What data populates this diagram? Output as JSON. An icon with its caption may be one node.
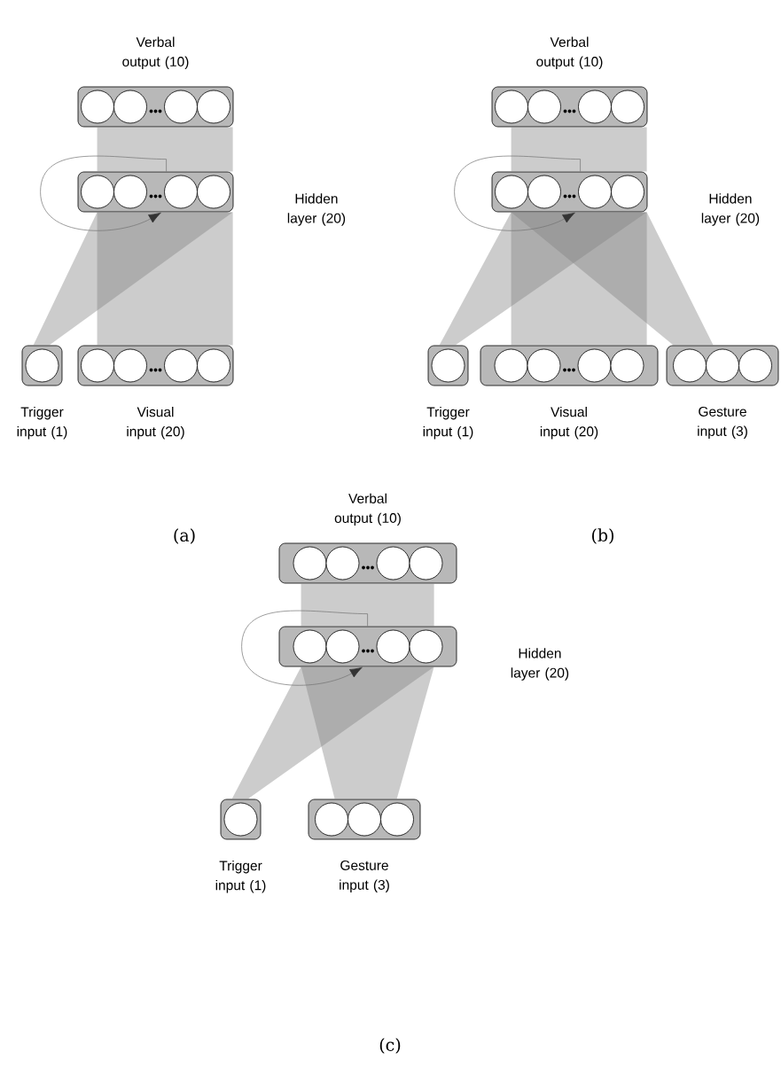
{
  "diagram": {
    "nodes": [
      {
        "text": [
          "Verbal output (10)"
        ]
      },
      {
        "text": [
          "Hidden layer (20)"
        ]
      },
      {
        "text": [
          "Trigger input (1)"
        ]
      },
      {
        "text": [
          "Visual input (20)"
        ]
      },
      {
        "text": [
          "Verbal output (10)"
        ]
      },
      {
        "text": [
          "Hidden layer (20)"
        ]
      },
      {
        "text": [
          "Trigger input (1)"
        ]
      },
      {
        "text": [
          "Visual input (20)"
        ]
      },
      {
        "text": [
          "Gesture input (3)"
        ]
      },
      {
        "text": [
          "Verbal output (10)"
        ]
      },
      {
        "text": [
          "Hidden layer (20)"
        ]
      },
      {
        "text": [
          "Trigger input (1)"
        ]
      },
      {
        "text": [
          "Gesture input (3)"
        ]
      }
    ],
    "edges": [
      {
        "from": 1,
        "to": 0,
        "arrow": "none"
      },
      {
        "from": 3,
        "to": 1,
        "arrow": "none"
      },
      {
        "from": 2,
        "to": 1,
        "arrow": "none"
      },
      {
        "from": 1,
        "to": 1,
        "arrow": "to"
      },
      {
        "from": 5,
        "to": 4,
        "arrow": "none"
      },
      {
        "from": 7,
        "to": 5,
        "arrow": "none"
      },
      {
        "from": 6,
        "to": 5,
        "arrow": "none"
      },
      {
        "from": 8,
        "to": 5,
        "arrow": "none"
      },
      {
        "from": 5,
        "to": 5,
        "arrow": "to"
      },
      {
        "from": 10,
        "to": 9,
        "arrow": "none"
      },
      {
        "from": 11,
        "to": 10,
        "arrow": "none"
      },
      {
        "from": 12,
        "to": 10,
        "arrow": "none"
      },
      {
        "from": 10,
        "to": 10,
        "arrow": "to"
      }
    ],
    "labels": [
      "(a)",
      "(b)",
      "(c)"
    ]
  }
}
